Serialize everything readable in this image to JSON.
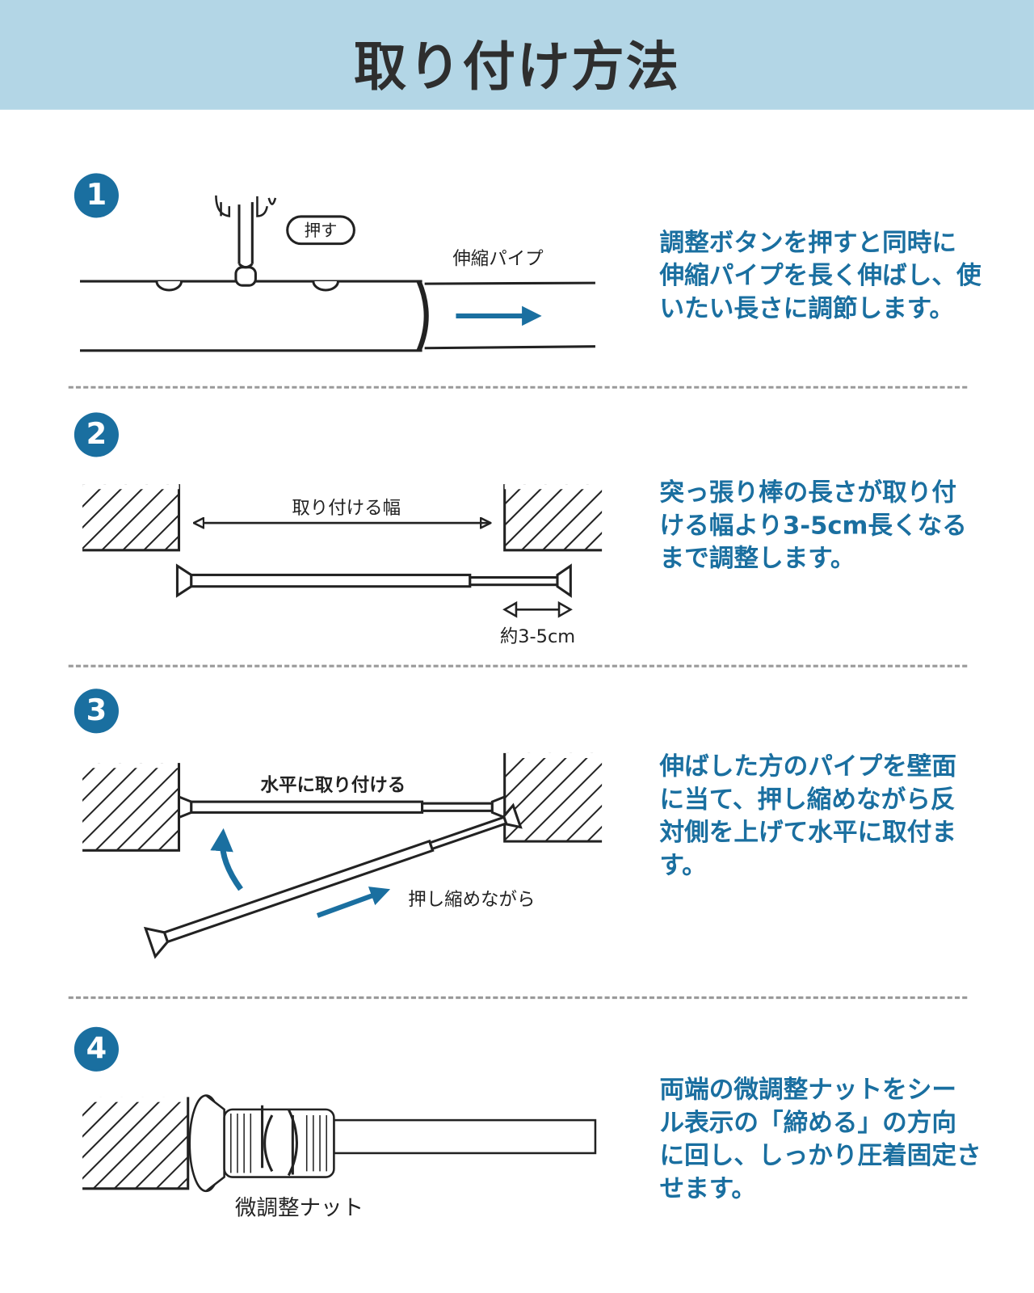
{
  "title": "取り付け方法",
  "colors": {
    "header_bg": "#b3d6e6",
    "accent": "#1a6fa0",
    "line": "#222222"
  },
  "steps": [
    {
      "number": "1",
      "text": "調整ボタンを押すと同時に\n伸縮パイプを長く伸ばし、使\nいたい長さに調節します。",
      "labels": {
        "press": "押す",
        "pipe": "伸縮パイプ"
      }
    },
    {
      "number": "2",
      "text": "突っ張り棒の長さが取り付\nける幅より3-5cm長くなる\nまで調整します。",
      "labels": {
        "width": "取り付ける幅",
        "extra": "約3-5cm"
      }
    },
    {
      "number": "3",
      "text": "伸ばした方のパイプを壁面\nに当て、押し縮めながら反\n対側を上げて水平に取付ま\nす。",
      "labels": {
        "horizontal": "水平に取り付ける",
        "compress": "押し縮めながら"
      }
    },
    {
      "number": "4",
      "text": "両端の微調整ナットをシー\nル表示の「締める」の方向\nに回し、しっかり圧着固定さ\nせます。",
      "labels": {
        "nut": "微調整ナット"
      }
    }
  ]
}
